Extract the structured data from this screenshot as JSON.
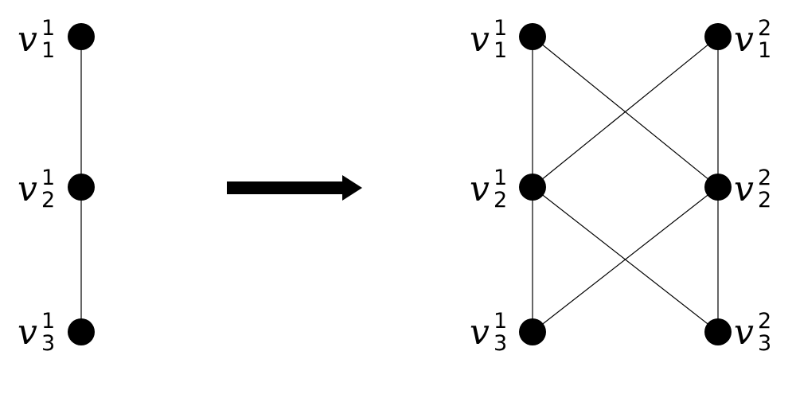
{
  "colors": {
    "ink": "#000000",
    "background": "#ffffff"
  },
  "left_graph": {
    "nodes": [
      {
        "id": "l1",
        "base": "v",
        "sub": "1",
        "sup": "1"
      },
      {
        "id": "l2",
        "base": "v",
        "sub": "2",
        "sup": "1"
      },
      {
        "id": "l3",
        "base": "v",
        "sub": "3",
        "sup": "1"
      }
    ],
    "edges": [
      [
        "l1",
        "l2"
      ],
      [
        "l2",
        "l3"
      ]
    ]
  },
  "arrow": {
    "direction": "right"
  },
  "right_graph": {
    "nodes": [
      {
        "id": "a1",
        "base": "v",
        "sub": "1",
        "sup": "1"
      },
      {
        "id": "a2",
        "base": "v",
        "sub": "2",
        "sup": "1"
      },
      {
        "id": "a3",
        "base": "v",
        "sub": "3",
        "sup": "1"
      },
      {
        "id": "b1",
        "base": "v",
        "sub": "1",
        "sup": "2"
      },
      {
        "id": "b2",
        "base": "v",
        "sub": "2",
        "sup": "2"
      },
      {
        "id": "b3",
        "base": "v",
        "sub": "3",
        "sup": "2"
      }
    ],
    "edges": [
      [
        "a1",
        "a2"
      ],
      [
        "a2",
        "a3"
      ],
      [
        "b1",
        "b2"
      ],
      [
        "b2",
        "b3"
      ],
      [
        "a1",
        "b2"
      ],
      [
        "a2",
        "b1"
      ],
      [
        "a2",
        "b3"
      ],
      [
        "a3",
        "b2"
      ]
    ]
  }
}
